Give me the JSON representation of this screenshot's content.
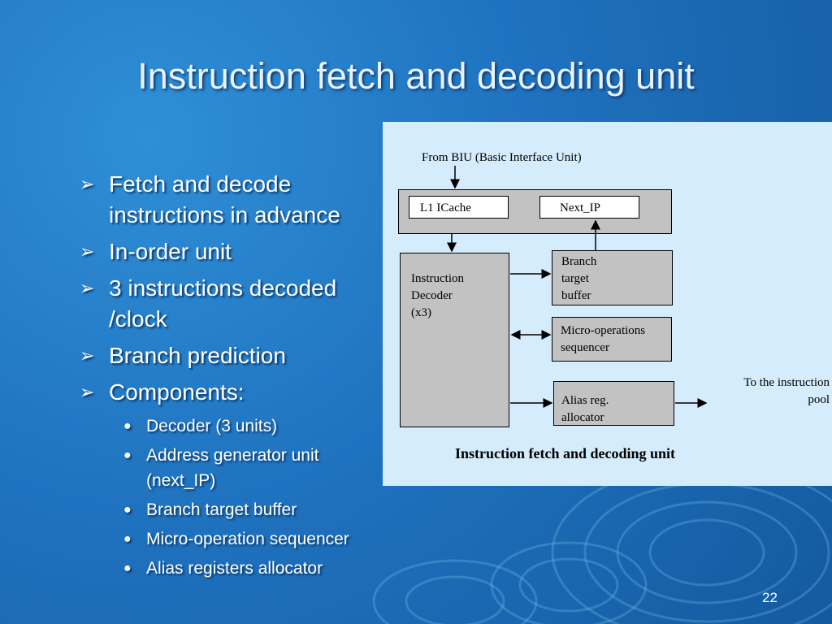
{
  "slide": {
    "title": "Instruction fetch and decoding unit",
    "page_number": "22"
  },
  "bullets": [
    {
      "text": "Fetch and decode instructions in advance",
      "level": 1
    },
    {
      "text": "In-order unit",
      "level": 1
    },
    {
      "text": "3 instructions decoded /clock",
      "level": 1
    },
    {
      "text": "Branch prediction",
      "level": 1
    },
    {
      "text": "Components:",
      "level": 1
    },
    {
      "text": "Decoder (3 units)",
      "level": 2
    },
    {
      "text": "Address generator unit (next_IP)",
      "level": 2
    },
    {
      "text": "Branch target buffer",
      "level": 2
    },
    {
      "text": "Micro-operation sequencer",
      "level": 2
    },
    {
      "text": "Alias registers allocator",
      "level": 2
    }
  ],
  "diagram": {
    "input_label": "From BIU (Basic Interface Unit)",
    "l1_icache": "L1 ICache",
    "next_ip": "Next_IP",
    "decoder_lines": [
      "Instruction",
      "Decoder",
      "(x3)"
    ],
    "btb_lines": [
      "Branch",
      "target",
      "buffer"
    ],
    "sequencer_lines": [
      "Micro-operations",
      "sequencer"
    ],
    "alias_lines": [
      "Alias reg.",
      "allocator"
    ],
    "output_lines": [
      "To the instruction",
      "pool"
    ],
    "caption": "Instruction fetch and decoding unit"
  },
  "colors": {
    "background": "#1f72bf",
    "panel": "#d4ecfb",
    "box": "#c2c2c2"
  }
}
